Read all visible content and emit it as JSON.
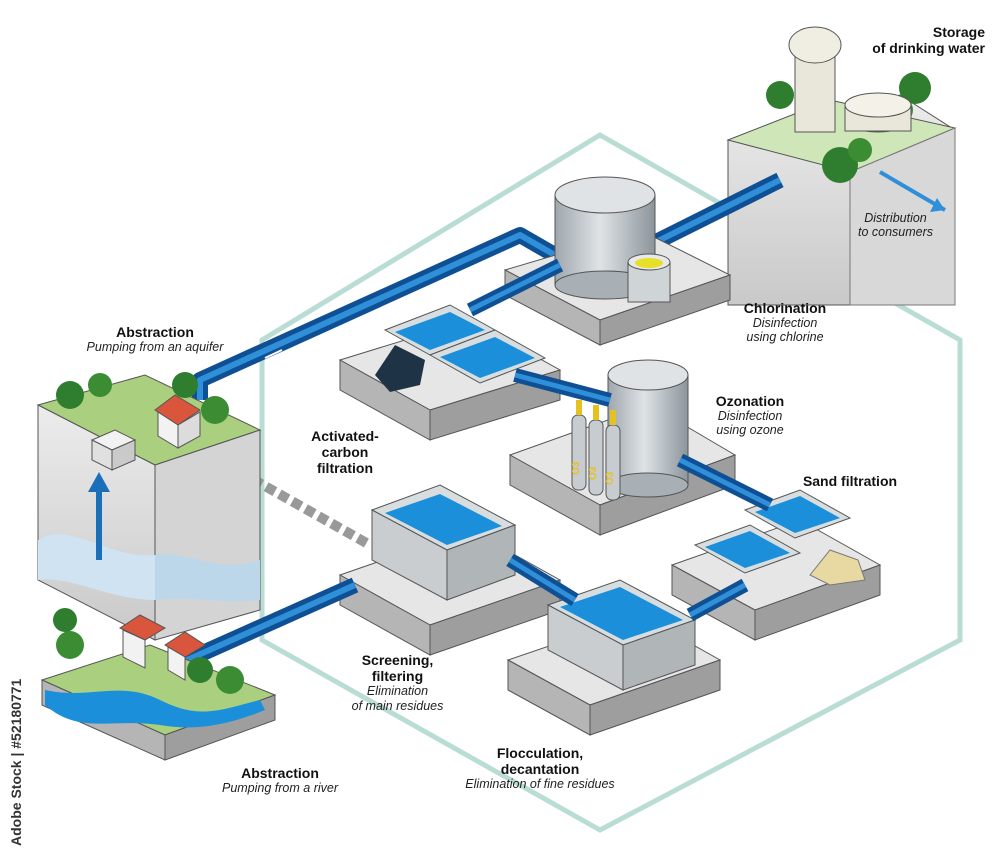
{
  "labels": {
    "storage": {
      "title": "Storage\nof drinking water"
    },
    "distribution": {
      "subtitle": "Distribution\nto consumers"
    },
    "abstraction_aquifer": {
      "title": "Abstraction",
      "subtitle": "Pumping from an aquifer"
    },
    "chlorination": {
      "title": "Chlorination",
      "subtitle": "Disinfection\nusing chlorine"
    },
    "ozonation": {
      "title": "Ozonation",
      "subtitle": "Disinfection\nusing ozone"
    },
    "activated_carbon": {
      "title": "Activated-\ncarbon\nfiltration"
    },
    "sand": {
      "title": "Sand filtration"
    },
    "screening": {
      "title": "Screening,\nfiltering",
      "subtitle": "Elimination\nof main residues"
    },
    "flocculation": {
      "title": "Flocculation,\ndecantation",
      "subtitle": "Elimination of fine residues"
    },
    "abstraction_river": {
      "title": "Abstraction",
      "subtitle": "Pumping from a river"
    }
  },
  "ozone_tank_marks": [
    "O3",
    "O3",
    "O3"
  ],
  "watermark": "Adobe Stock | #52180771",
  "colors": {
    "water": "#1b8fd9",
    "pipe": "#1462a8",
    "pipe_light": "#2f8fd8",
    "hexagon": "#b9ddd4",
    "slab_top": "#e6e6e6",
    "slab_side": "#b5b5b5",
    "grass": "#6fae3e",
    "tree": "#2f7d2f",
    "roof": "#d9553c"
  }
}
